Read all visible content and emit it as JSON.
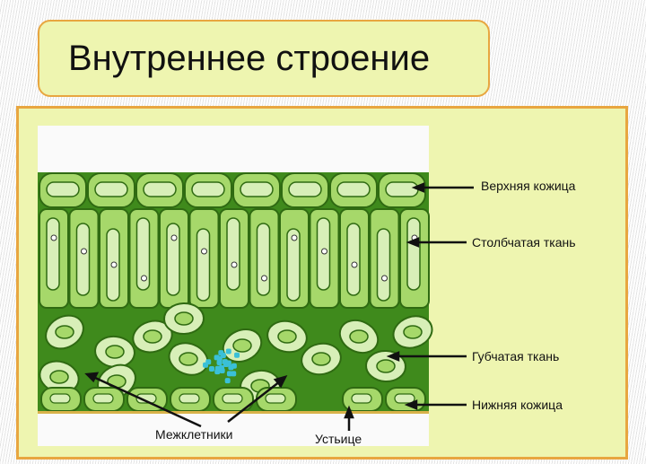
{
  "title": "Внутреннее строение",
  "labels": {
    "upper_epidermis": "Верхняя кожица",
    "palisade": "Столбчатая ткань",
    "spongy": "Губчатая ткань",
    "lower_epidermis": "Нижняя кожица",
    "intercellular": "Межклетники",
    "stoma": "Устьице"
  },
  "colors": {
    "dark_green": "#3f8a1c",
    "cell": "#a6d86a",
    "cell_light": "#d8efb8",
    "border": "#e8a640",
    "panel": "#eef5b0"
  }
}
